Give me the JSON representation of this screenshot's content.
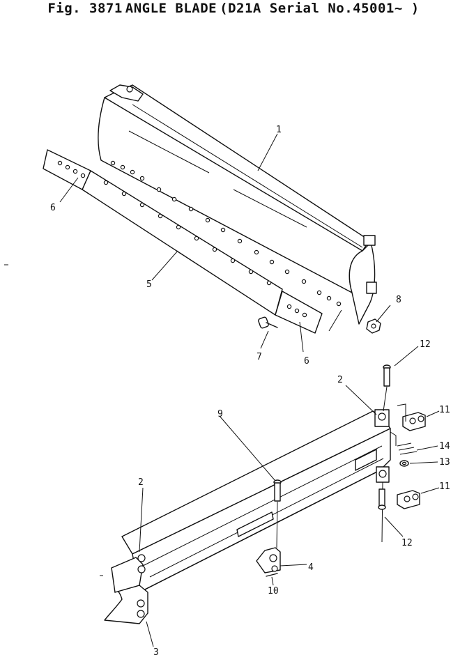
{
  "figure": {
    "title_prefix": "Fig. 3871",
    "title_name": "ANGLE BLADE",
    "title_model": "(D21A Serial No.45001~ )"
  },
  "callouts": [
    "1",
    "2",
    "2",
    "3",
    "4",
    "5",
    "6",
    "6",
    "7",
    "8",
    "9",
    "10",
    "11",
    "11",
    "12",
    "12",
    "13",
    "14"
  ]
}
